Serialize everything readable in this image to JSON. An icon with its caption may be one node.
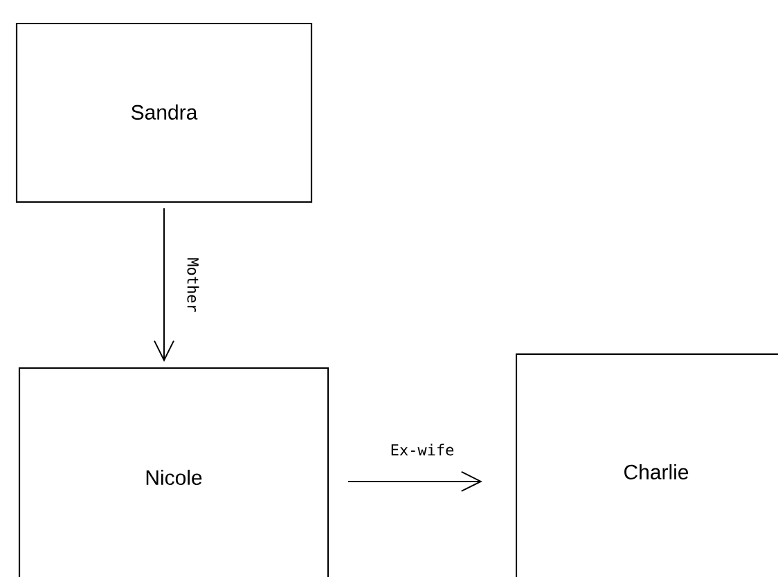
{
  "diagram": {
    "nodes": [
      {
        "text": [
          "Sandra"
        ]
      },
      {
        "text": [
          "Nicole"
        ]
      },
      {
        "text": [
          "Charlie"
        ]
      }
    ],
    "edges": [
      {
        "from": 0,
        "to": 1,
        "arrow": "to",
        "label": "Mother"
      },
      {
        "from": 1,
        "to": 2,
        "arrow": "to",
        "label": "Ex-wife"
      }
    ]
  }
}
